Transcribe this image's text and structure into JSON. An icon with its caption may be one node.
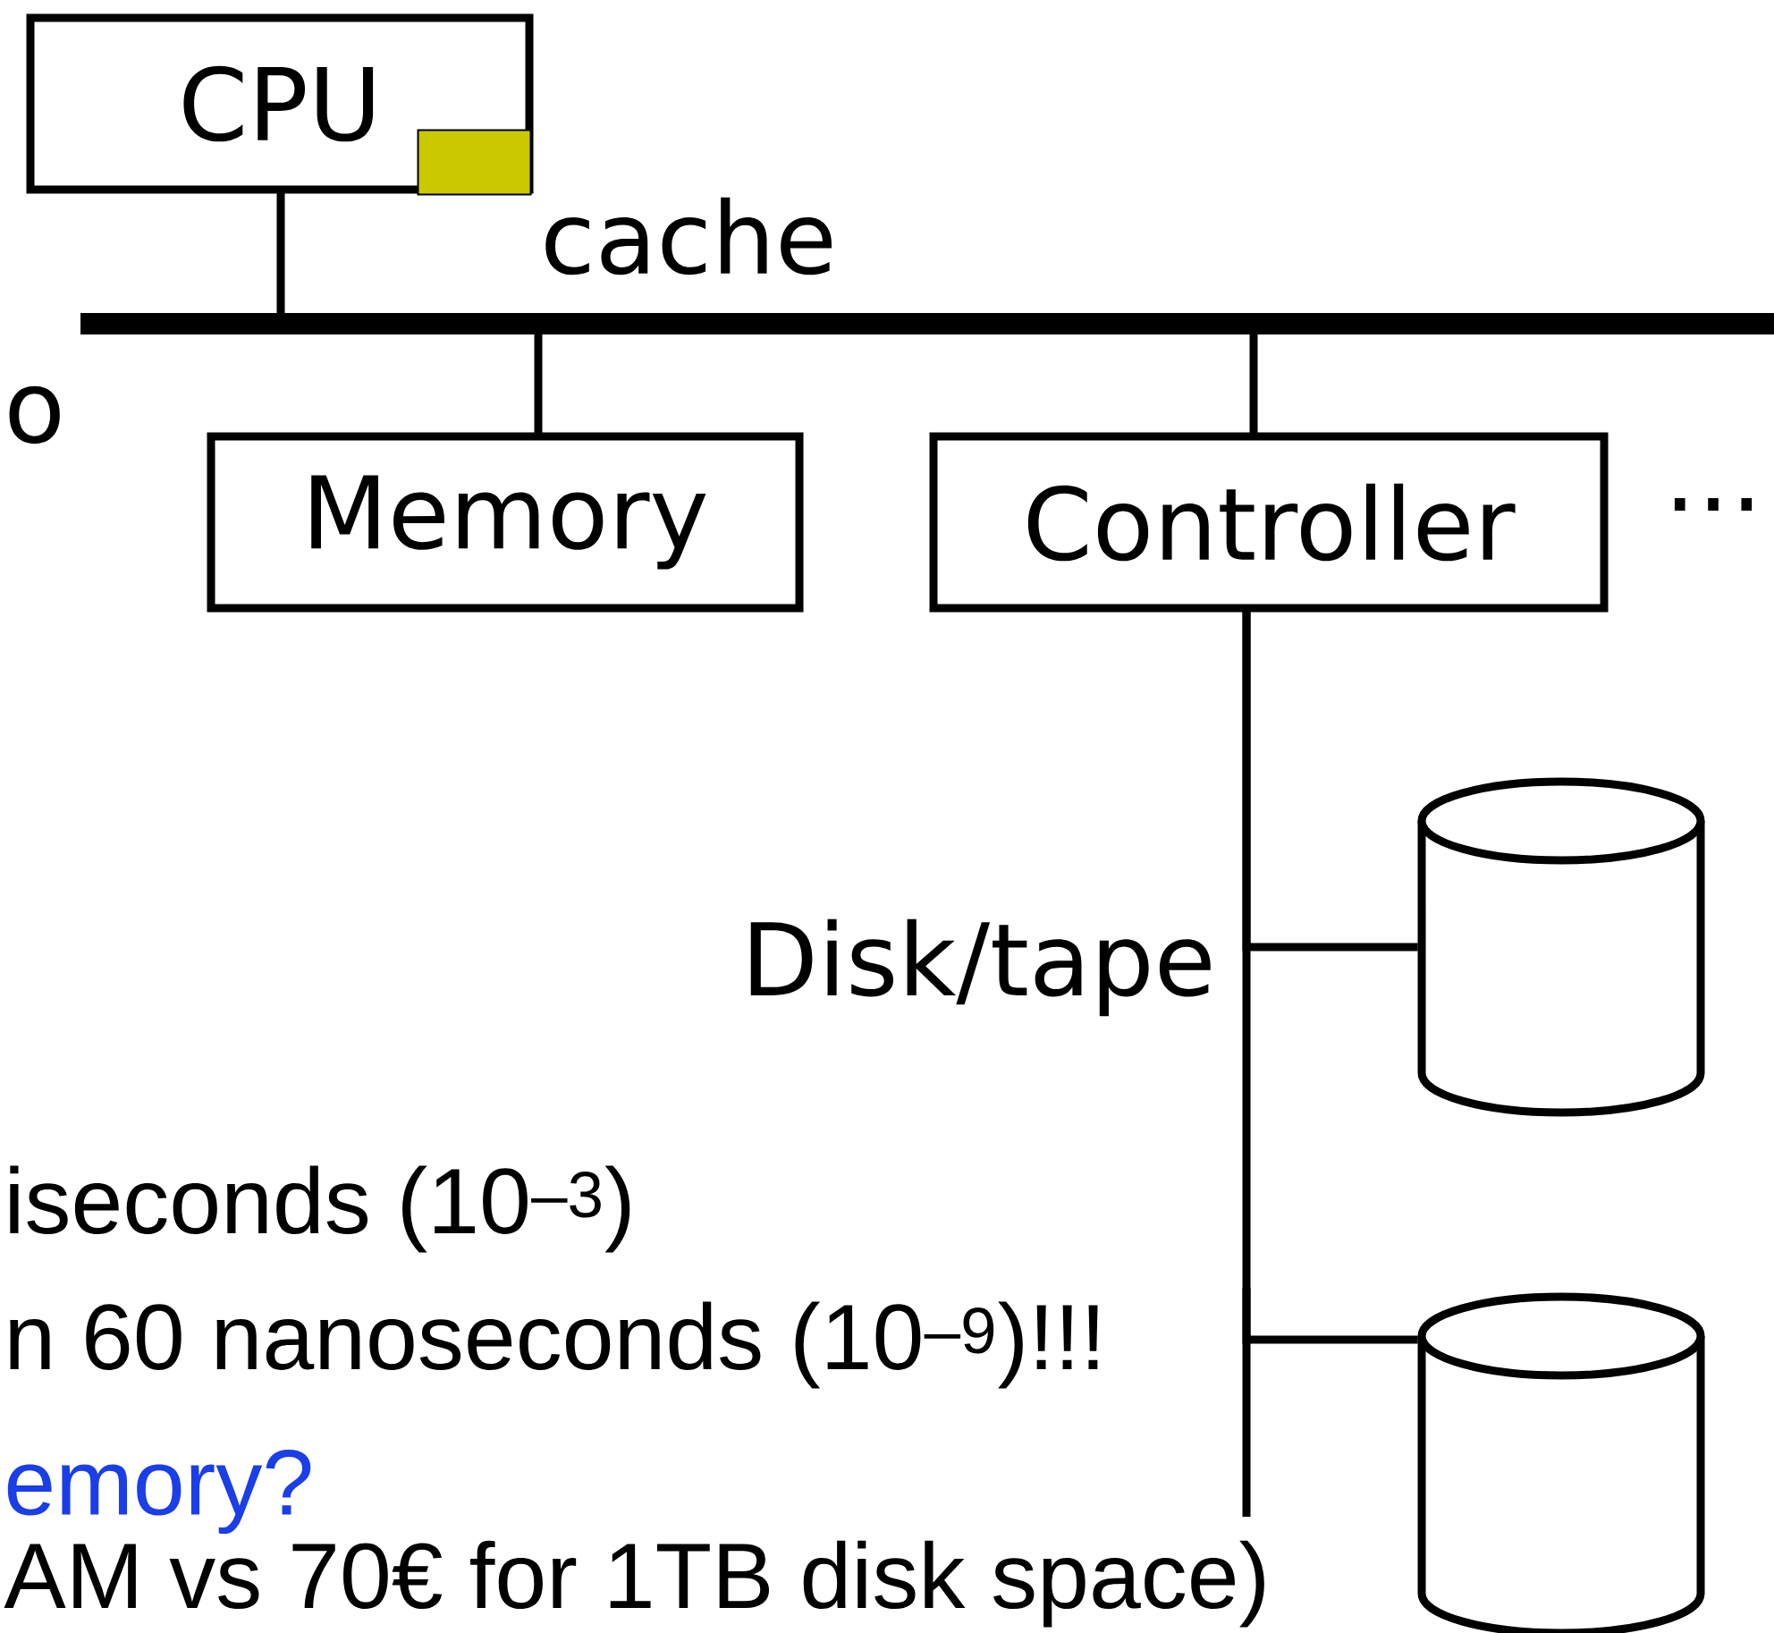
{
  "diagram": {
    "nodes": [
      {
        "text": [
          "CPU"
        ]
      },
      {
        "text": [],
        "shape": "box",
        "in": 0,
        "beside": [
          "cache"
        ]
      },
      {
        "text": [],
        "shape": "bar"
      },
      {
        "text": [
          "Memory"
        ]
      },
      {
        "text": [
          "Controller"
        ]
      },
      {
        "text": [],
        "shape": "cylinder"
      },
      {
        "text": [],
        "shape": "cylinder"
      }
    ],
    "edges": [
      {
        "from": 0,
        "to": 2,
        "arrow": "none"
      },
      {
        "from": 2,
        "to": 3,
        "arrow": "none"
      },
      {
        "from": 2,
        "to": 4,
        "arrow": "none"
      },
      {
        "from": 4,
        "to": 5,
        "arrow": "none"
      },
      {
        "from": 4,
        "to": 6,
        "arrow": "none"
      }
    ],
    "labels": [
      "o",
      "…",
      "Disk/tape",
      "iseconds (10$^{–3}$)",
      "n 60 nanoseconds (10$^{–9}$)!!!",
      "emory?",
      "AM vs 70€ for 1TB disk space)"
    ]
  }
}
